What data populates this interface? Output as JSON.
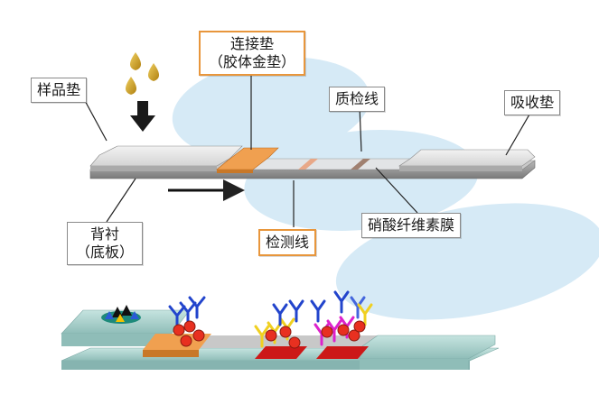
{
  "labels": {
    "sample_pad": "样品垫",
    "conjugate_pad_line1": "连接垫",
    "conjugate_pad_line2": "（胶体金垫）",
    "control_line": "质检线",
    "absorbent_pad": "吸收垫",
    "backing_line1": "背衬",
    "backing_line2": "（底板）",
    "test_line": "检测线",
    "membrane": "硝酸纤维素膜"
  },
  "colors": {
    "conjugate_pad": "#f0a050",
    "test_line": "#e8a888",
    "control_line": "#a08070",
    "strip_base": "#a8d0cc",
    "antibody_blue": "#2244cc",
    "antibody_yellow": "#f0d020",
    "antibody_magenta": "#dd22cc",
    "gold_particle": "#e83020",
    "test_zone_block": "#cc1818",
    "background_blob": "#d6eaf6",
    "label_border_orange": "#e8963c"
  }
}
